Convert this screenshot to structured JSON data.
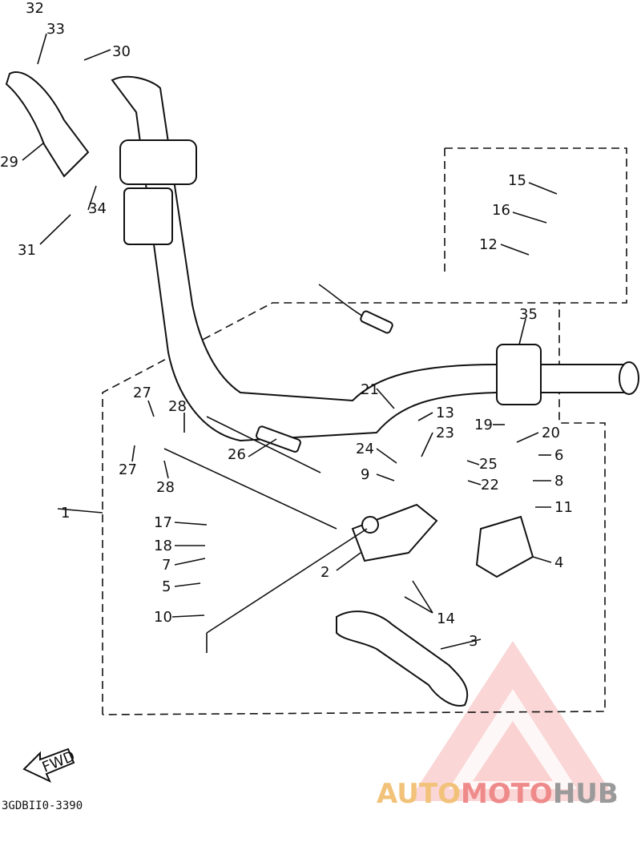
{
  "diagram": {
    "part_numbers": [
      "1",
      "2",
      "3",
      "4",
      "5",
      "6",
      "7",
      "8",
      "9",
      "10",
      "11",
      "12",
      "13",
      "14",
      "15",
      "16",
      "17",
      "18",
      "19",
      "20",
      "21",
      "22",
      "23",
      "24",
      "25",
      "26",
      "27",
      "28",
      "29",
      "30",
      "31",
      "32",
      "33",
      "34",
      "35"
    ],
    "duplicate_labels": [
      "27",
      "28"
    ],
    "direction_label": "FWD",
    "drawing_code": "3GDBII0-3390",
    "watermark": {
      "part1": "AUTO",
      "part2": "MOTO",
      "part3": "HUB"
    },
    "colors": {
      "line": "#111111",
      "watermark_red": "#ef8a8a",
      "watermark_orange": "#f2c27a",
      "watermark_gray": "#9a9a9a"
    }
  }
}
